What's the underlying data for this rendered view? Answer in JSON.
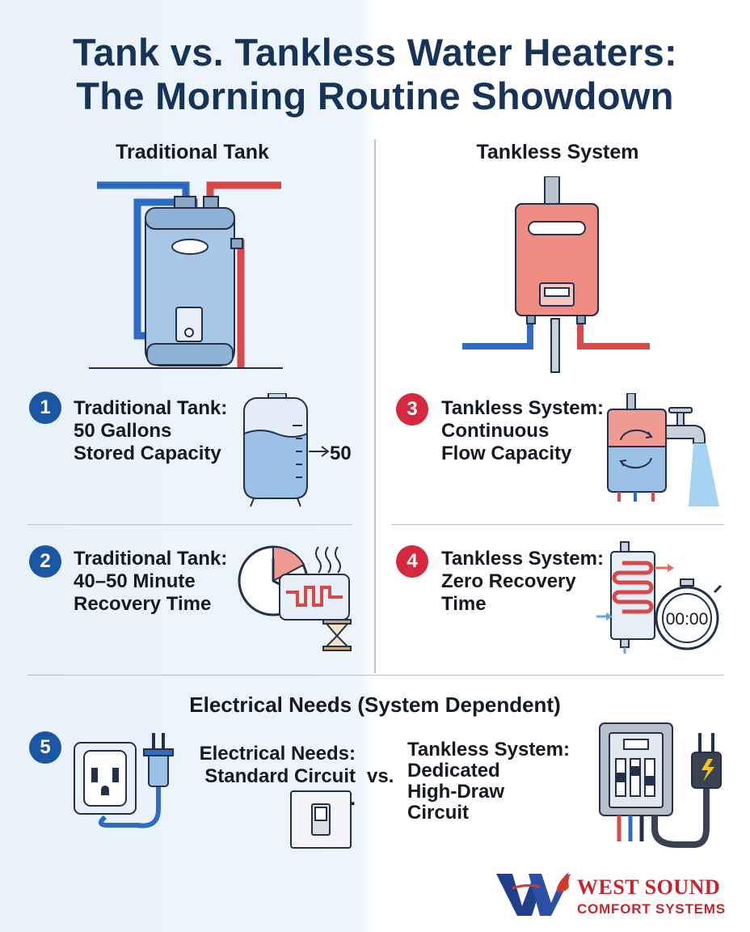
{
  "title": {
    "line1": "Tank vs. Tankless Water Heaters:",
    "line2": "The Morning Routine Showdown"
  },
  "columns": {
    "left": "Traditional Tank",
    "right": "Tankless System"
  },
  "steps": [
    {
      "number": "1",
      "lines": [
        "Traditional Tank:",
        "50 Gallons",
        "Stored Capacity"
      ],
      "gauge": "50"
    },
    {
      "number": "2",
      "lines": [
        "Traditional Tank:",
        "40–50 Minute",
        "Recovery Time"
      ]
    },
    {
      "number": "3",
      "lines": [
        "Tankless System:",
        "Continuous",
        "Flow Capacity"
      ]
    },
    {
      "number": "4",
      "lines": [
        "Tankless System:",
        "Zero Recovery",
        "Time"
      ],
      "timer": "00:00"
    },
    {
      "number": "5"
    }
  ],
  "electrical": {
    "heading": "Electrical Needs (System Dependent)",
    "left_lines": [
      "Electrical Needs:",
      "Standard Circuit",
      "vs."
    ],
    "vs": "vs.",
    "right_lines": [
      "Tankless System:",
      "Dedicated",
      "High-Draw",
      "Circuit"
    ]
  },
  "brand": {
    "line1": "WEST SOUND",
    "line2": "COMFORT SYSTEMS"
  },
  "colors": {
    "navy": "#173458",
    "badge_blue": "#1a56a3",
    "badge_red": "#d6283e",
    "pipe_blue": "#2f6bc4",
    "pipe_red": "#d8494a",
    "brand_red": "#c4252b"
  },
  "icons": [
    "tank-heater-icon",
    "tankless-heater-icon",
    "water-tank-gauge-icon",
    "clock-heating-hourglass-icon",
    "tankless-faucet-icon",
    "heat-exchanger-stopwatch-icon",
    "wall-outlet-plug-icon",
    "light-switch-icon",
    "breaker-panel-plug-icon",
    "brand-logo-icon"
  ]
}
